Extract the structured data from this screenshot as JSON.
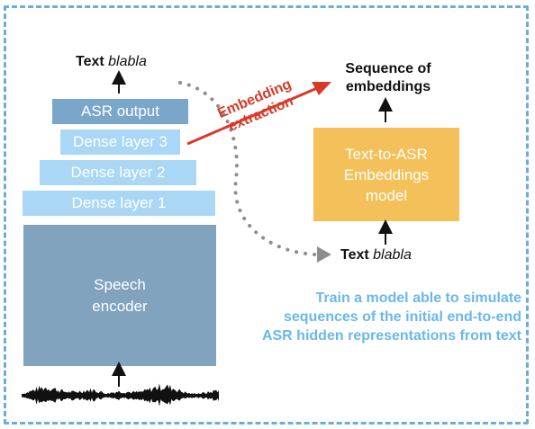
{
  "diagram": {
    "asr_output": "ASR output",
    "dense_layer_3": "Dense layer 3",
    "dense_layer_2": "Dense layer 2",
    "dense_layer_1": "Dense layer 1",
    "speech_encoder": "Speech\nencoder",
    "text_top_prefix": "Text ",
    "text_top_italic": "blabla",
    "embedding_extraction_line1": "Embedding",
    "embedding_extraction_line2": "extraction",
    "sequence_of_embeddings": "Sequence of\nembeddings",
    "text_to_asr_model": "Text-to-ASR\nEmbeddings\nmodel",
    "text_bottom_prefix": "Text ",
    "text_bottom_italic": "blabla",
    "caption": "Train a model able to simulate\nsequences of the initial end-to-end\nASR hidden representations from text"
  },
  "colors": {
    "frame": "#6aaed6",
    "asr_output": "#7aa7c9",
    "dense_layer": "#a9d7f5",
    "encoder": "#82a3bd",
    "model": "#f4c05a",
    "arrow_red": "#d83a2a",
    "caption": "#6ab8ea"
  }
}
